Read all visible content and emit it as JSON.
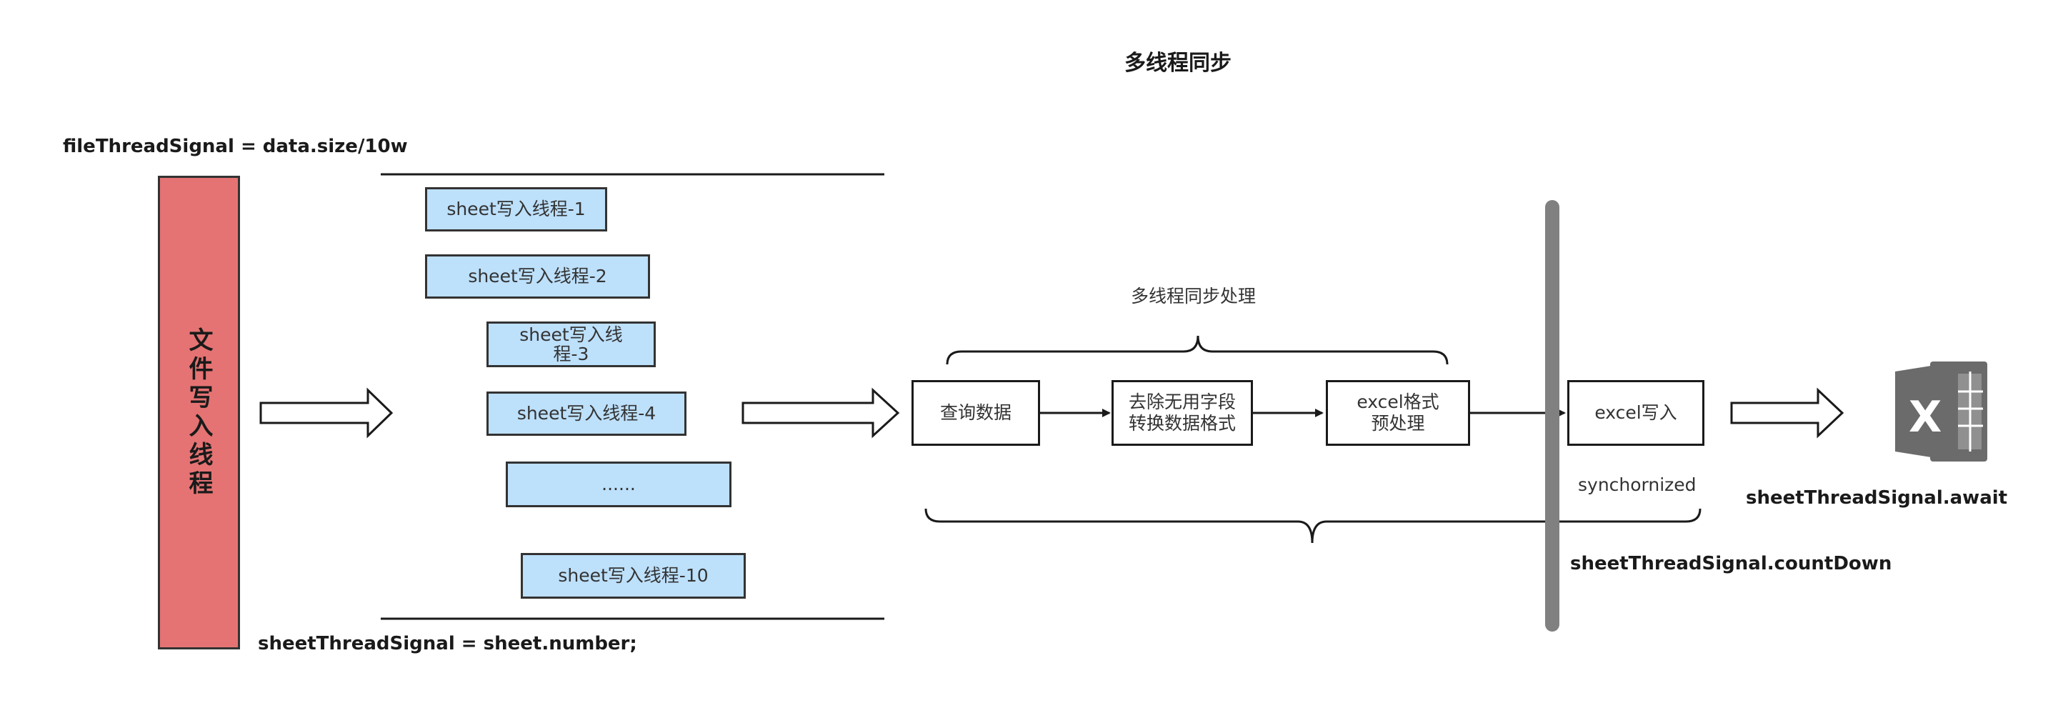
{
  "title": "多线程同步",
  "file_thread_signal": "fileThreadSignal = data.size/10w",
  "file_writer_thread": "文件写入线程",
  "sheet_threads": [
    "sheet写入线程-1",
    "sheet写入线程-2",
    "sheet写入线\n程-3",
    "sheet写入线程-4",
    "......",
    "sheet写入线程-10"
  ],
  "sheet_thread_signal_init": "sheetThreadSignal = sheet.number;",
  "sync_processing_label": "多线程同步处理",
  "steps": {
    "query": "查询数据",
    "clean": "去除无用字段\n转换数据格式",
    "excel_pre": "excel格式\n预处理",
    "excel_write": "excel写入"
  },
  "synchronized_label": "synchornized",
  "count_down_label": "sheetThreadSignal.countDown",
  "await_label": "sheetThreadSignal.await",
  "excel_icon_letter": "X",
  "colors": {
    "thread_fill": "#bde0fb",
    "file_thread_fill": "#e57373",
    "barrier": "#808080",
    "excel_icon": "#6b6b6b"
  }
}
